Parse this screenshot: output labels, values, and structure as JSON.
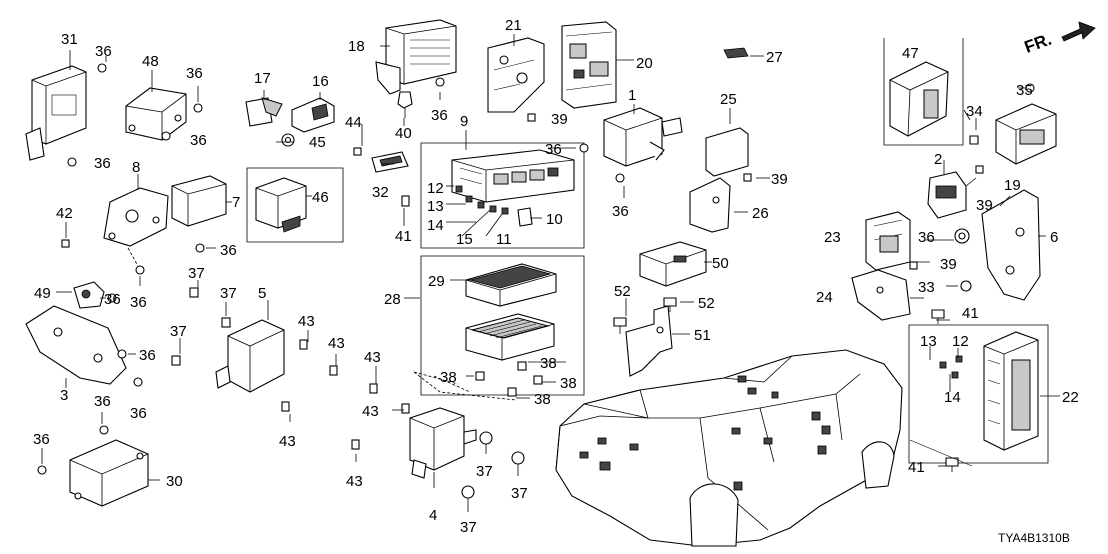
{
  "diagram_code": "TYA4B1310B",
  "direction_label": "FR.",
  "callouts": {
    "c1": "1",
    "c2": "2",
    "c3": "3",
    "c4": "4",
    "c5": "5",
    "c6": "6",
    "c7": "7",
    "c8": "8",
    "c9": "9",
    "c10": "10",
    "c11": "11",
    "c12a": "12",
    "c12b": "12",
    "c13a": "13",
    "c13b": "13",
    "c14a": "14",
    "c14b": "14",
    "c15": "15",
    "c16": "16",
    "c17": "17",
    "c18": "18",
    "c19": "19",
    "c20": "20",
    "c21": "21",
    "c22": "22",
    "c23": "23",
    "c24": "24",
    "c25": "25",
    "c26": "26",
    "c27": "27",
    "c28": "28",
    "c29": "29",
    "c30": "30",
    "c31": "31",
    "c32": "32",
    "c33": "33",
    "c34": "34",
    "c35": "35",
    "c36a": "36",
    "c36b": "36",
    "c36c": "36",
    "c36d": "36",
    "c36e": "36",
    "c36f": "36",
    "c36g": "36",
    "c36h": "36",
    "c36i": "36",
    "c36j": "36",
    "c36k": "36",
    "c36l": "36",
    "c36m": "36",
    "c36n": "36",
    "c36o": "36",
    "c37a": "37",
    "c37b": "37",
    "c37c": "37",
    "c37d": "37",
    "c37e": "37",
    "c37f": "37",
    "c38a": "38",
    "c38b": "38",
    "c38c": "38",
    "c38d": "38",
    "c39a": "39",
    "c39b": "39",
    "c39c": "39",
    "c39d": "39",
    "c40": "40",
    "c41a": "41",
    "c41b": "41",
    "c41c": "41",
    "c42": "42",
    "c43a": "43",
    "c43b": "43",
    "c43c": "43",
    "c43d": "43",
    "c43e": "43",
    "c43f": "43",
    "c44": "44",
    "c45": "45",
    "c46": "46",
    "c47": "47",
    "c48": "48",
    "c49": "49",
    "c50": "50",
    "c51": "51",
    "c52a": "52",
    "c52b": "52"
  }
}
